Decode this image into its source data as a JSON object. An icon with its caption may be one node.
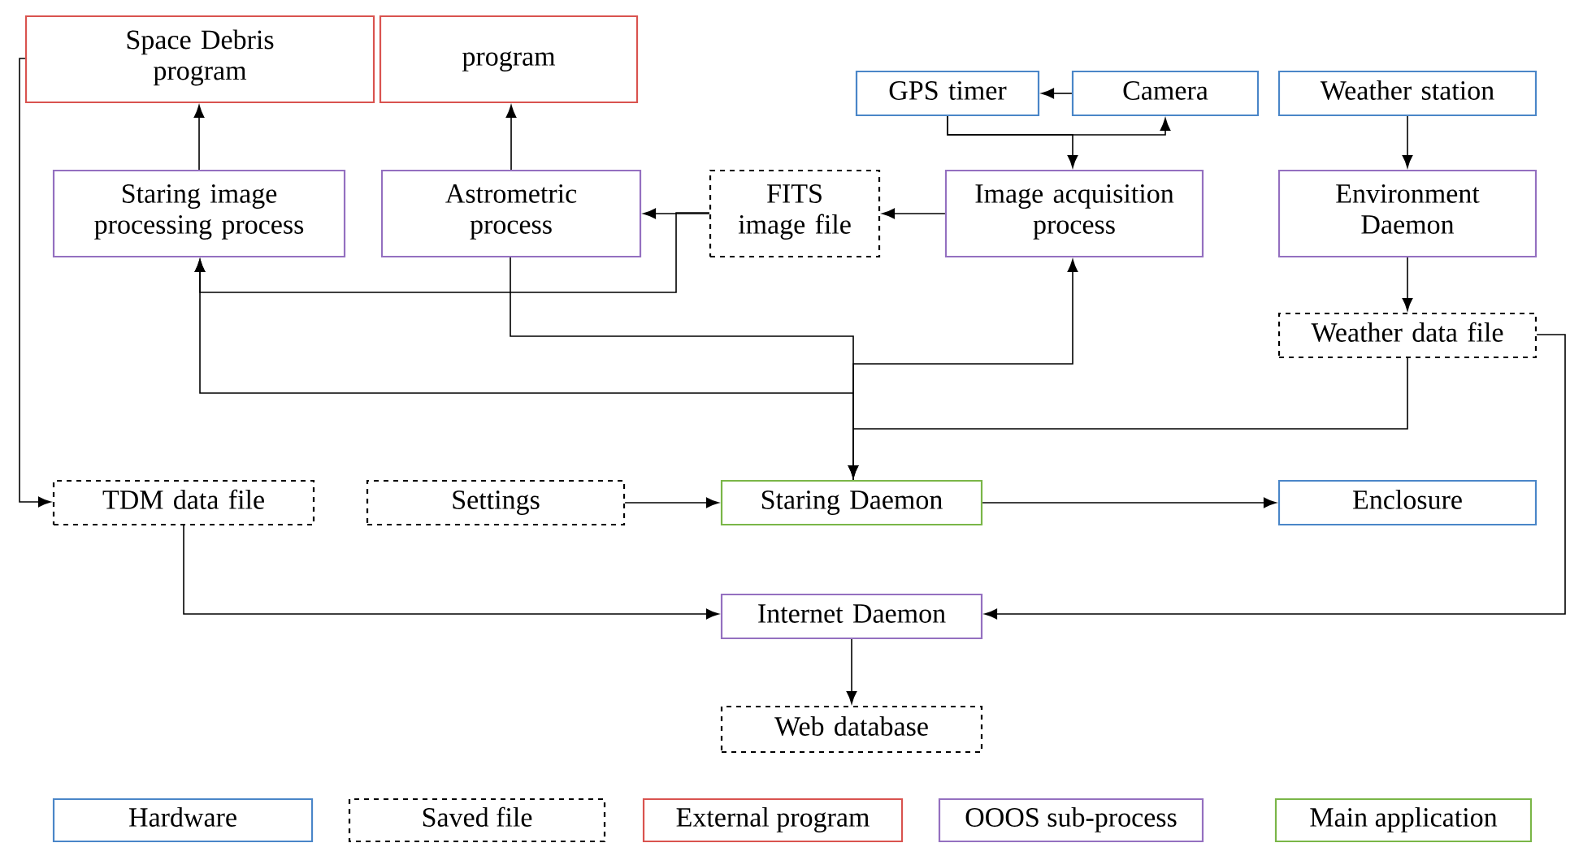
{
  "diagram": {
    "nodes": [
      {
        "text": [
          "Space Debris program"
        ]
      },
      {
        "text": [
          "program"
        ]
      },
      {
        "text": [
          "GPS timer"
        ]
      },
      {
        "text": [
          "Camera"
        ]
      },
      {
        "text": [
          "Weather station"
        ]
      },
      {
        "text": [
          "Staring image processing process"
        ]
      },
      {
        "text": [
          "Astrometric process"
        ]
      },
      {
        "text": [
          "FITS image file"
        ]
      },
      {
        "text": [
          "Image acquisition process"
        ]
      },
      {
        "text": [
          "Environment Daemon"
        ]
      },
      {
        "text": [
          "Weather data file"
        ]
      },
      {
        "text": [
          "TDM data file"
        ]
      },
      {
        "text": [
          "Settings"
        ]
      },
      {
        "text": [
          "Staring Daemon"
        ]
      },
      {
        "text": [
          "Enclosure"
        ]
      },
      {
        "text": [
          "Internet Daemon"
        ]
      },
      {
        "text": [
          "Web database"
        ]
      }
    ],
    "edges": [
      {
        "from": 5,
        "to": 0,
        "arrow": "to"
      },
      {
        "from": 6,
        "to": 1,
        "arrow": "to"
      },
      {
        "from": 3,
        "to": 2,
        "arrow": "to"
      },
      {
        "from": 2,
        "to": 8,
        "arrow": "to"
      },
      {
        "from": 2,
        "to": 3,
        "arrow": "to"
      },
      {
        "from": 4,
        "to": 9,
        "arrow": "to"
      },
      {
        "from": 9,
        "to": 10,
        "arrow": "to"
      },
      {
        "from": 8,
        "to": 7,
        "arrow": "to"
      },
      {
        "from": 7,
        "to": 6,
        "arrow": "to"
      },
      {
        "from": 7,
        "to": 5,
        "arrow": "to"
      },
      {
        "from": 6,
        "to": 13,
        "arrow": "to"
      },
      {
        "from": 10,
        "to": 13,
        "arrow": "to"
      },
      {
        "from": 13,
        "to": 5,
        "arrow": "to"
      },
      {
        "from": 13,
        "to": 8,
        "arrow": "to"
      },
      {
        "from": 0,
        "to": 11,
        "arrow": "to"
      },
      {
        "from": 12,
        "to": 13,
        "arrow": "to"
      },
      {
        "from": 13,
        "to": 14,
        "arrow": "to"
      },
      {
        "from": 11,
        "to": 15,
        "arrow": "to"
      },
      {
        "from": 10,
        "to": 15,
        "arrow": "to"
      },
      {
        "from": 15,
        "to": 16,
        "arrow": "to"
      }
    ],
    "legend": [
      {
        "text": "Hardware",
        "color": "#4a86c8"
      },
      {
        "text": "Saved file",
        "color": "#000000"
      },
      {
        "text": "External program",
        "color": "#d9534f"
      },
      {
        "text": "OOOS sub-process",
        "color": "#9470c0"
      },
      {
        "text": "Main application",
        "color": "#7ab648"
      }
    ]
  }
}
